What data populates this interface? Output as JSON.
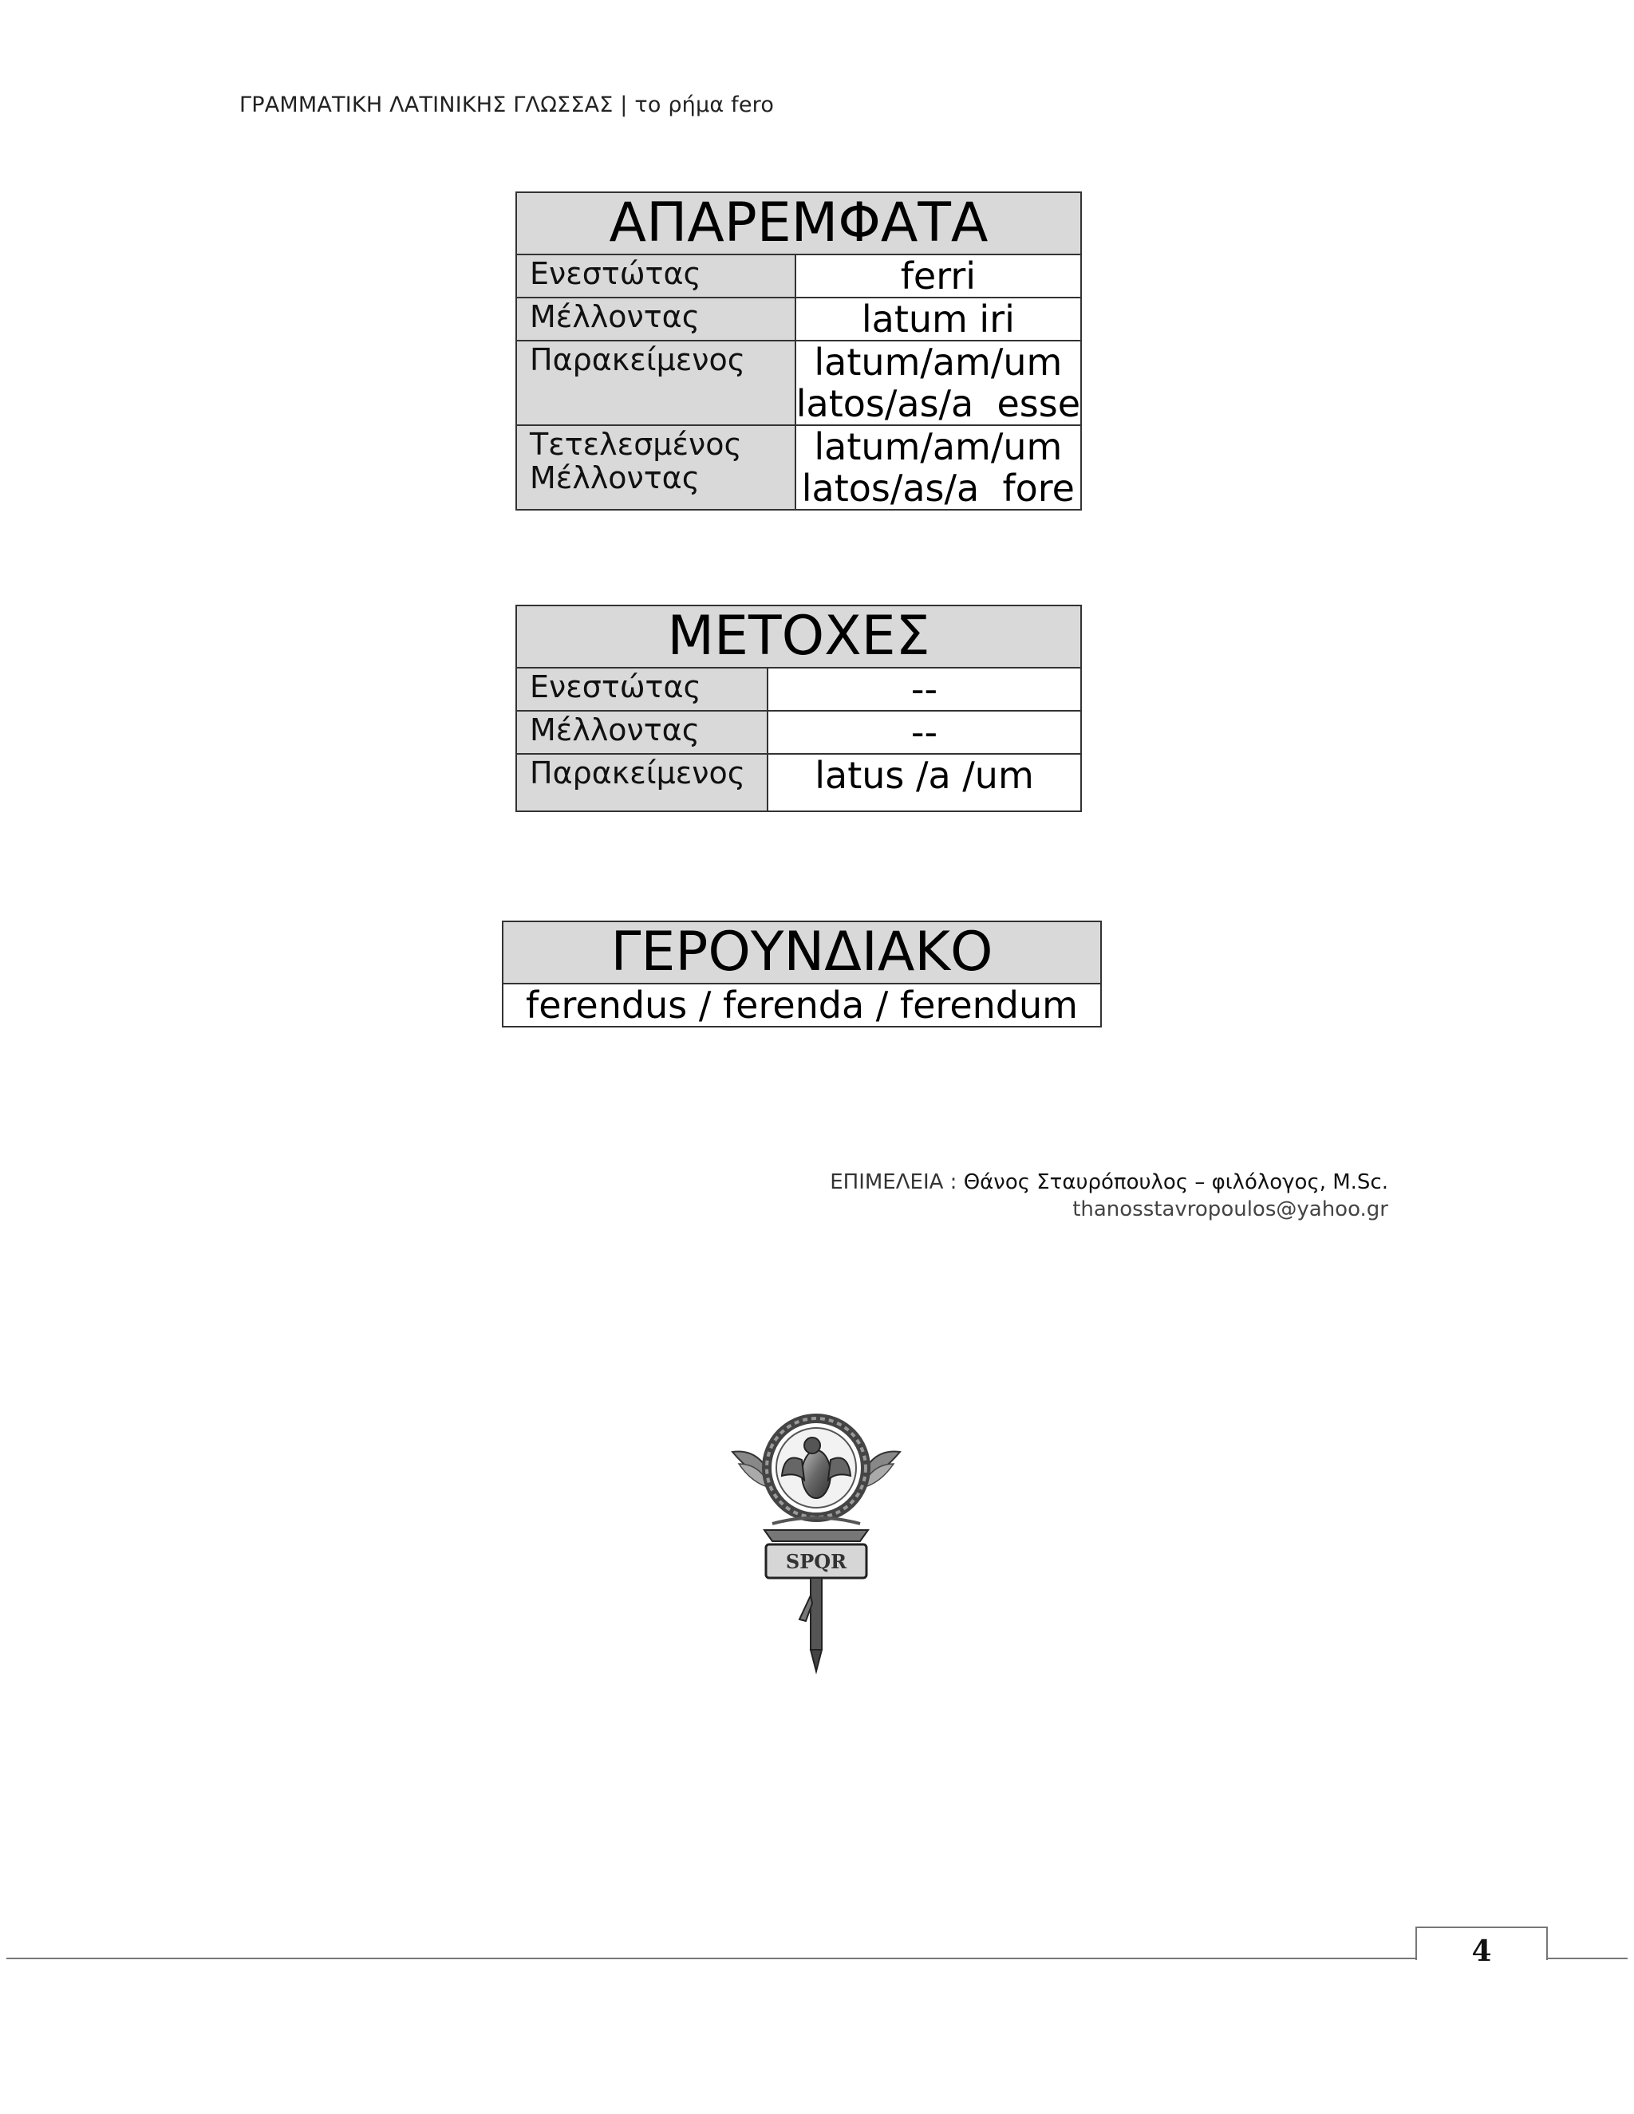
{
  "header": {
    "text": "ΓΡΑΜΜΑΤΙΚΗ ΛΑΤΙΝΙΚΗΣ ΓΛΩΣΣΑΣ | το ρήμα fero"
  },
  "infinitives": {
    "title": "ΑΠΑΡΕΜΦΑΤΑ",
    "rows": [
      {
        "label": "Ενεστώτας",
        "value": [
          "ferri"
        ]
      },
      {
        "label": "Μέλλοντας",
        "value": [
          "latum iri"
        ]
      },
      {
        "label": "Παρακείμενος",
        "value": [
          "latum/am/um",
          "latos/as/a  esse"
        ]
      },
      {
        "label": "Τετελεσμένος Μέλλοντας",
        "value": [
          "latum/am/um",
          "latos/as/a  fore"
        ]
      }
    ]
  },
  "participles": {
    "title": "ΜΕΤΟΧΕΣ",
    "rows": [
      {
        "label": "Ενεστώτας",
        "value": [
          "--"
        ]
      },
      {
        "label": "Μέλλοντας",
        "value": [
          "--"
        ]
      },
      {
        "label": "Παρακείμενος",
        "value": [
          "latus /a /um"
        ]
      }
    ]
  },
  "gerundive": {
    "title": "ΓΕΡΟΥΝΔΙΑΚΟ",
    "value": "ferendus / ferenda / ferendum"
  },
  "credit": {
    "label": "ΕΠΙΜΕΛΕΙΑ : ",
    "author": "Θάνος Σταυρόπουλος – φιλόλογος, M.Sc.",
    "email": "thanosstavropoulos@yahoo.gr"
  },
  "emblem": {
    "icon": "spqr-eagle-standard-icon",
    "text": "SPQR"
  },
  "footer": {
    "page_number": "4"
  }
}
